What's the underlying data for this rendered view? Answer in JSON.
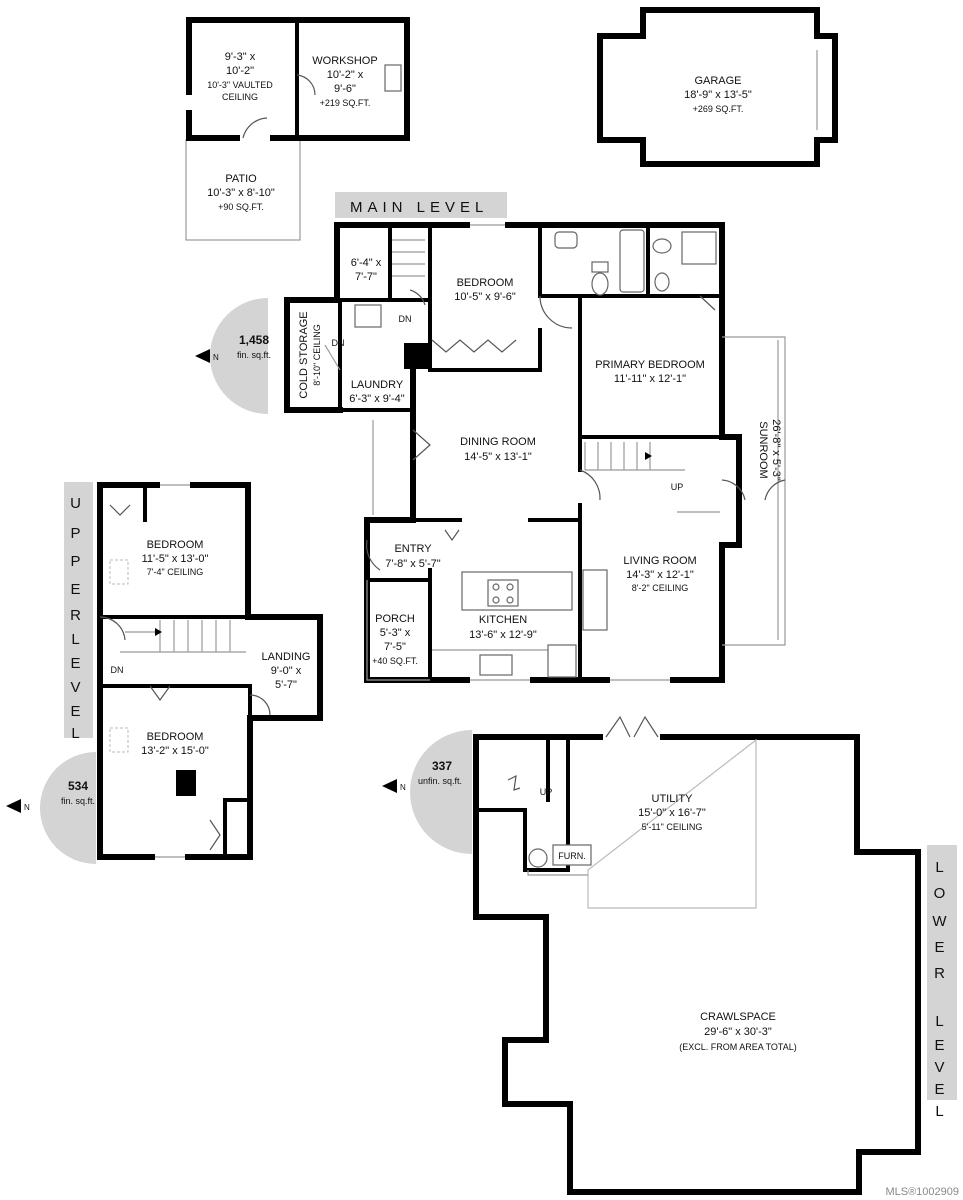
{
  "levels": {
    "main": "MAIN LEVEL",
    "upper": "UPPER LEVEL",
    "lower": "LOWER LEVEL"
  },
  "areas": {
    "main": {
      "value": "1,458",
      "unit": "fin. sq.ft."
    },
    "upper": {
      "value": "534",
      "unit": "fin. sq.ft."
    },
    "lower": {
      "value": "337",
      "unit": "unfin. sq.ft."
    },
    "compass": "N"
  },
  "rooms": {
    "vaulted": {
      "l1": "9'-3\" x",
      "l2": "10'-2\"",
      "l3": "10'-3\" VAULTED",
      "l4": "CEILING"
    },
    "workshop": {
      "name": "WORKSHOP",
      "l1": "10'-2\" x",
      "l2": "9'-6\"",
      "area": "+219 SQ.FT."
    },
    "patio": {
      "name": "PATIO",
      "dims": "10'-3\" x 8'-10\"",
      "area": "+90 SQ.FT."
    },
    "garage": {
      "name": "GARAGE",
      "dims": "18'-9\" x 13'-5\"",
      "area": "+269 SQ.FT."
    },
    "closet": {
      "l1": "6'-4\" x",
      "l2": "7'-7\""
    },
    "bedroom_main": {
      "name": "BEDROOM",
      "dims": "10'-5\" x 9'-6\""
    },
    "cold_storage": {
      "name": "COLD STORAGE",
      "ceiling": "8'-10\" CEILING"
    },
    "laundry": {
      "name": "LAUNDRY",
      "dims": "6'-3\" x 9'-4\""
    },
    "primary": {
      "name": "PRIMARY BEDROOM",
      "dims": "11'-11\" x 12'-1\""
    },
    "sunroom": {
      "name": "SUNROOM",
      "dims": "26'-8\" x 5'-3\""
    },
    "dining": {
      "name": "DINING ROOM",
      "dims": "14'-5\" x 13'-1\""
    },
    "entry": {
      "name": "ENTRY",
      "dims": "7'-8\" x 5'-7\""
    },
    "living": {
      "name": "LIVING ROOM",
      "dims": "14'-3\" x 12'-1\"",
      "ceiling": "8'-2\" CEILING"
    },
    "porch": {
      "name": "PORCH",
      "l1": "5'-3\" x",
      "l2": "7'-5\"",
      "area": "+40 SQ.FT."
    },
    "kitchen": {
      "name": "KITCHEN",
      "dims": "13'-6\" x 12'-9\""
    },
    "up_bedroom1": {
      "name": "BEDROOM",
      "dims": "11'-5\" x 13'-0\"",
      "ceiling": "7'-4\" CEILING"
    },
    "landing": {
      "name": "LANDING",
      "l1": "9'-0\" x",
      "l2": "5'-7\""
    },
    "up_bedroom2": {
      "name": "BEDROOM",
      "dims": "13'-2\" x 15'-0\""
    },
    "utility": {
      "name": "UTILITY",
      "dims": "15'-0\" x 16'-7\"",
      "ceiling": "5'-11\" CEILING"
    },
    "furnace": {
      "name": "FURN."
    },
    "crawlspace": {
      "name": "CRAWLSPACE",
      "dims": "29'-6\" x 30'-3\"",
      "note": "(EXCL. FROM AREA TOTAL)"
    }
  },
  "stairs": {
    "dn": "DN",
    "up": "UP"
  },
  "footer": {
    "mls": "MLS®1002909"
  }
}
